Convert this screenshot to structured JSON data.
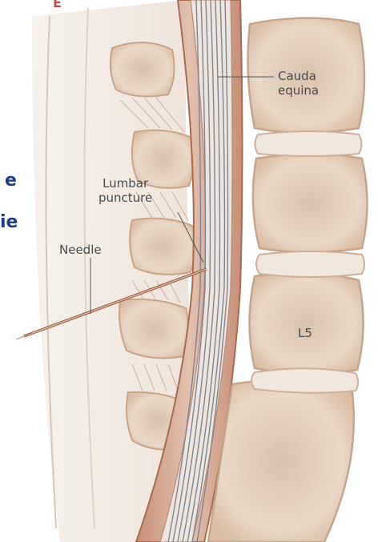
{
  "panel_letter": "E",
  "side_text": {
    "line1": "e",
    "line2": "ie"
  },
  "labels": {
    "cauda_line1": "Cauda",
    "cauda_line2": "equina",
    "lumbar_line1": "Lumbar",
    "lumbar_line2": "puncture",
    "needle": "Needle",
    "l5": "L5"
  },
  "colors": {
    "bone_fill": "#efe3d6",
    "bone_edge": "#c7a48a",
    "dura": "#b0745a",
    "nerve": "#8a8f99",
    "tissue": "#e6c6b3",
    "heading": "#1f3c86"
  }
}
